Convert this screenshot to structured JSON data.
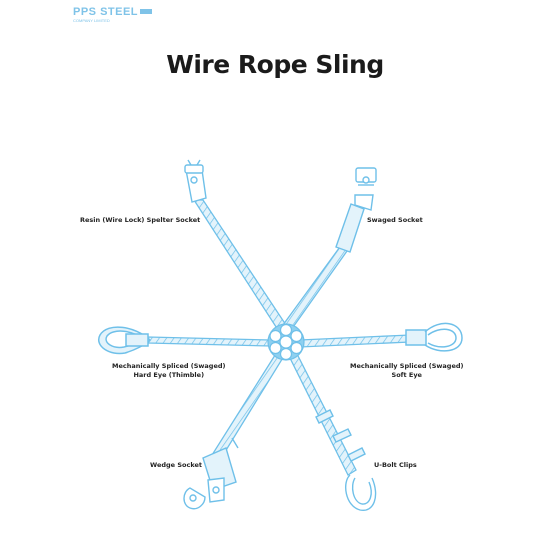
{
  "header": {
    "logo_text": "PPS STEEL",
    "logo_subtext": "COMPANY LIMITED"
  },
  "title": "Wire Rope Sling",
  "labels": {
    "resin_socket": "Resin (Wire Lock) Spelter Socket",
    "swaged_socket": "Swaged Socket",
    "hard_eye_line1": "Mechanically Spliced (Swaged)",
    "hard_eye_line2": "Hard Eye (Thimble)",
    "soft_eye_line1": "Mechanically Spliced (Swaged)",
    "soft_eye_line2": "Soft Eye",
    "wedge_socket": "Wedge Socket",
    "ubolt_clips": "U-Bolt Clips"
  },
  "colors": {
    "accent": "#6fc0e9",
    "rope_fill": "#e3f3fb",
    "center_fill": "#8ed0f0",
    "text": "#1b1b1b"
  }
}
